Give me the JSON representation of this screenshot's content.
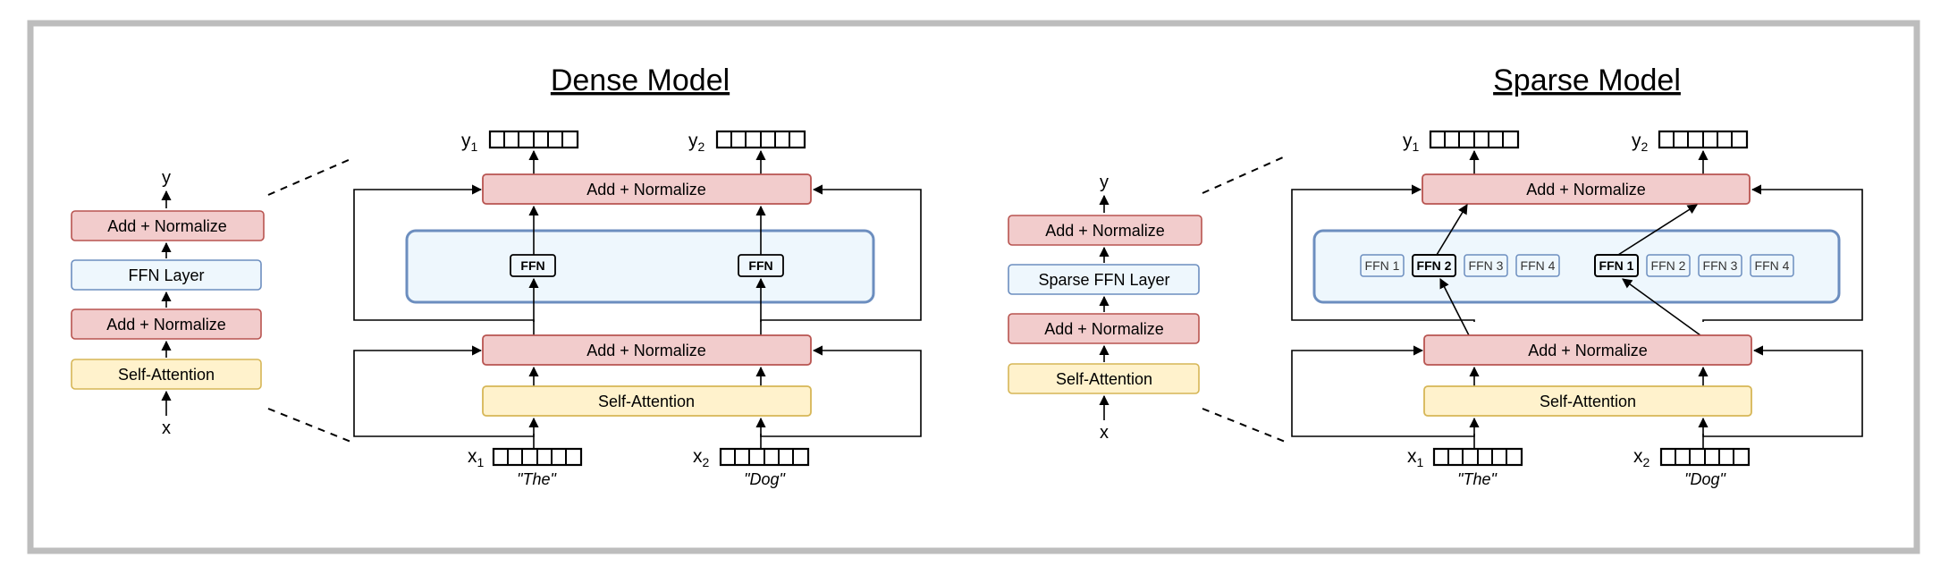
{
  "dense": {
    "title": "Dense Model",
    "small": {
      "y": "y",
      "x": "x",
      "add_norm_top": "Add + Normalize",
      "ffn": "FFN Layer",
      "add_norm_bottom": "Add + Normalize",
      "attn": "Self-Attention"
    },
    "detail": {
      "y1": "y",
      "y1_sub": "1",
      "y2": "y",
      "y2_sub": "2",
      "add_norm_top": "Add + Normalize",
      "ffn_left": "FFN",
      "ffn_right": "FFN",
      "add_norm_bottom": "Add + Normalize",
      "attn": "Self-Attention",
      "x1": "x",
      "x1_sub": "1",
      "x2": "x",
      "x2_sub": "2",
      "word1": "\"The\"",
      "word2": "\"Dog\""
    }
  },
  "sparse": {
    "title": "Sparse Model",
    "small": {
      "y": "y",
      "x": "x",
      "add_norm_top": "Add + Normalize",
      "ffn": "Sparse FFN Layer",
      "add_norm_bottom": "Add + Normalize",
      "attn": "Self-Attention"
    },
    "detail": {
      "y1": "y",
      "y1_sub": "1",
      "y2": "y",
      "y2_sub": "2",
      "add_norm_top": "Add + Normalize",
      "left_experts": [
        "FFN 1",
        "FFN 2",
        "FFN 3",
        "FFN 4"
      ],
      "right_experts": [
        "FFN 1",
        "FFN 2",
        "FFN 3",
        "FFN 4"
      ],
      "add_norm_bottom": "Add + Normalize",
      "attn": "Self-Attention",
      "x1": "x",
      "x1_sub": "1",
      "x2": "x",
      "x2_sub": "2",
      "word1": "\"The\"",
      "word2": "\"Dog\""
    }
  },
  "colors": {
    "frame": "#bdbdbd",
    "add_norm_fill": "#f2cccc",
    "add_norm_stroke": "#b85450",
    "ffn_fill": "#eef7fd",
    "ffn_stroke": "#6c8ebf",
    "attn_fill": "#fff2cc",
    "attn_stroke": "#d6b656",
    "line": "#000000"
  }
}
